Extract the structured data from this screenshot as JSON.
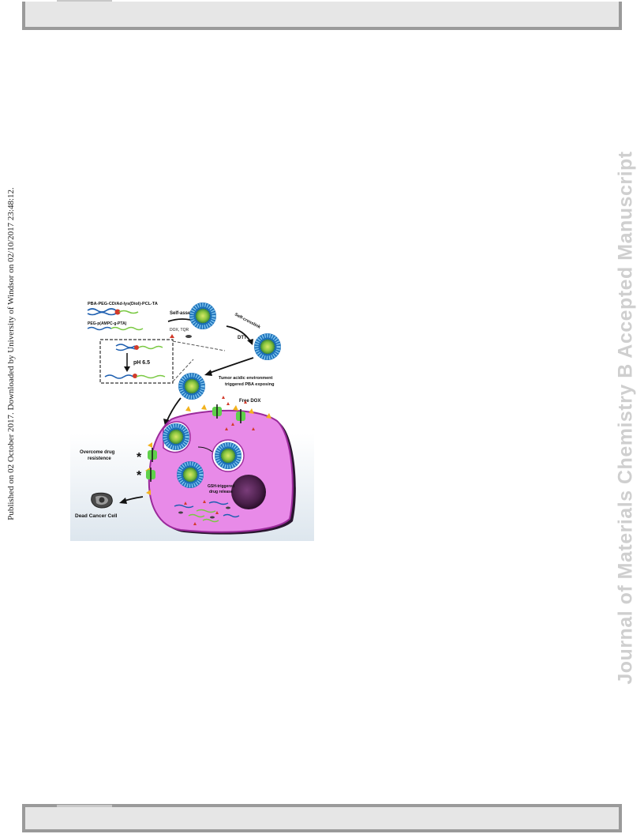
{
  "publication_note": "Published on 02 October 2017. Downloaded by University of Windsor on 02/10/2017 23:48:12.",
  "watermark": "Journal of Materials Chemistry B Accepted Manuscript",
  "figure": {
    "polymer1": "PBA-PEG-CD/Ad-lys(Diol)-PCL-TA",
    "polymer2": "PEG-p(AMPC-g-PTA)",
    "self_assemble": "Self-assemble",
    "drugs": "DOX, TQR",
    "self_crosslink": "Self-crosslink",
    "dtt": "DTT",
    "ph": "pH 6.5",
    "tumor_line1": "Tumor acidic environment",
    "tumor_line2": "triggered PBA exposing",
    "free_dox": "Free DOX",
    "overcome_line1": "Overcome drug",
    "overcome_line2": "resistence",
    "gsh_line1": "GSH-triggered",
    "gsh_line2": "drug release",
    "dead_cell": "Dead Cancer Cell"
  }
}
